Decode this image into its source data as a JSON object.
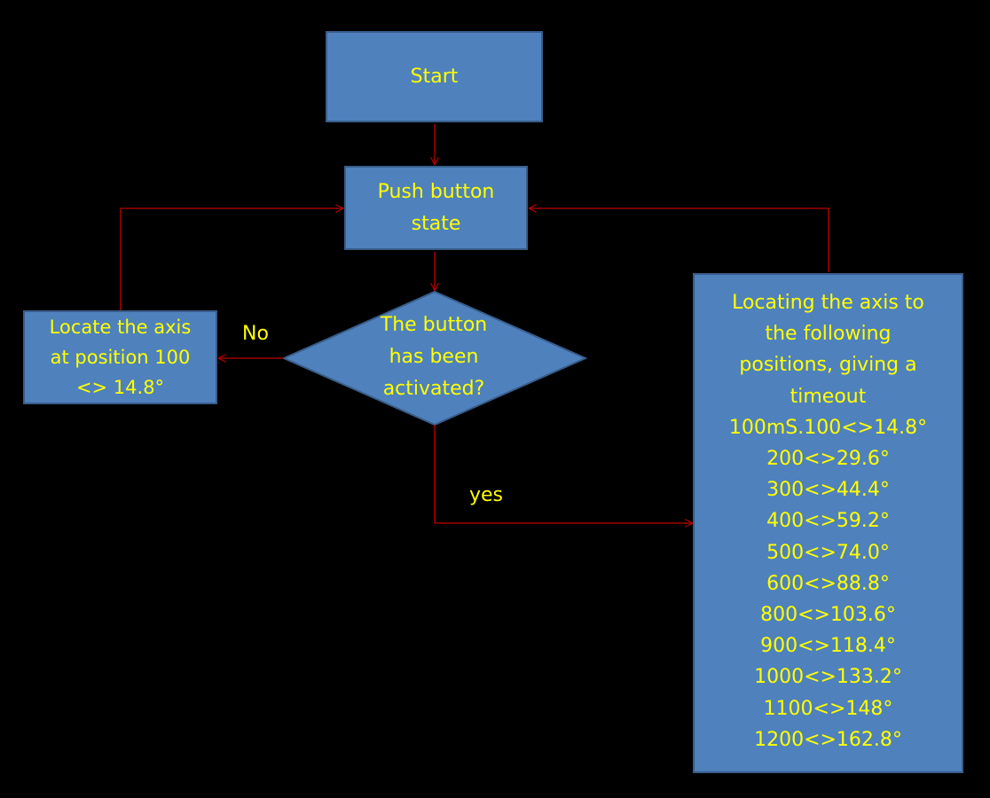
{
  "colors": {
    "background": "#000000",
    "node_fill": "#4f81bd",
    "node_border": "#385d8a",
    "text": "#ffff00",
    "connector": "#c00000"
  },
  "nodes": {
    "start": {
      "lines": [
        "Start"
      ]
    },
    "push_button": {
      "lines": [
        "Push button",
        "state"
      ]
    },
    "decision": {
      "lines": [
        "The button",
        "has been",
        "activated?"
      ]
    },
    "locate_left": {
      "lines": [
        "Locate the axis",
        "at position 100",
        "<> 14.8°"
      ]
    },
    "locate_right": {
      "lines": [
        "Locating the axis to",
        "the following",
        "positions, giving a",
        "timeout",
        "100mS.100<>14.8°",
        "200<>29.6°",
        "300<>44.4°",
        "400<>59.2°",
        "500<>74.0°",
        "600<>88.8°",
        "800<>103.6°",
        "900<>118.4°",
        "1000<>133.2°",
        "1100<>148°",
        "1200<>162.8°"
      ]
    }
  },
  "edges": {
    "no_label": "No",
    "yes_label": "yes"
  }
}
